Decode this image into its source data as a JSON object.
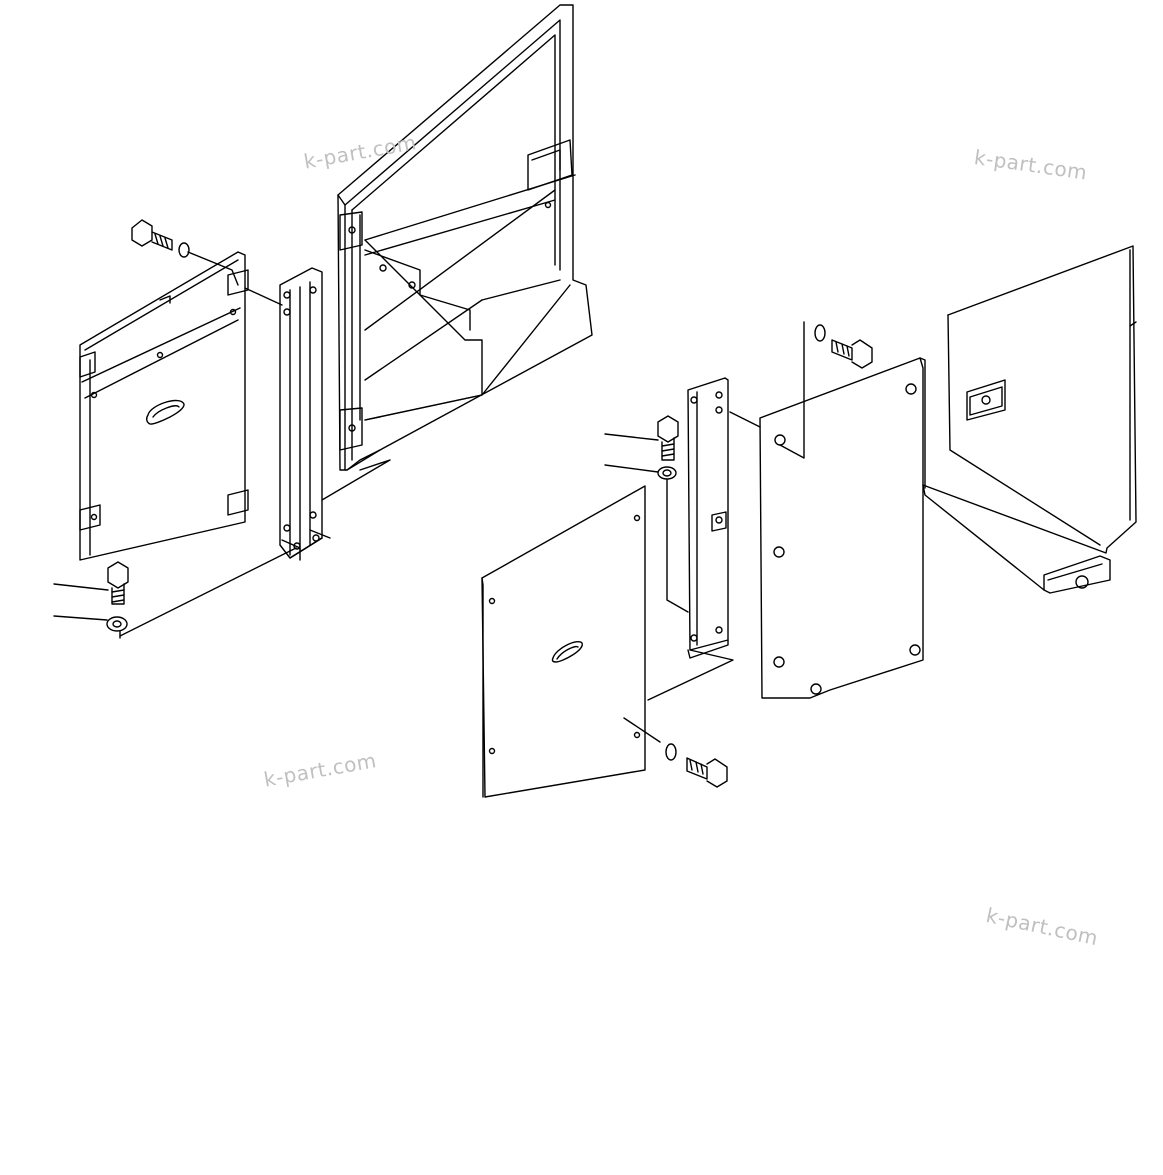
{
  "watermarks": [
    "k-part.com",
    "k-part.com",
    "k-part.com",
    "k-part.com"
  ],
  "parts": {
    "left_cover_panel": "left cover panel",
    "left_mounting_bracket": "left mounting bracket",
    "radiator_guard_frame": "radiator guard frame",
    "right_cover_panel": "right cover panel",
    "right_mounting_bracket": "right mounting bracket",
    "large_side_panel": "large side panel",
    "rear_box_panel": "rear box panel"
  },
  "colors": {
    "line": "#000000",
    "background": "#ffffff",
    "watermark": "#c0c0c0"
  }
}
